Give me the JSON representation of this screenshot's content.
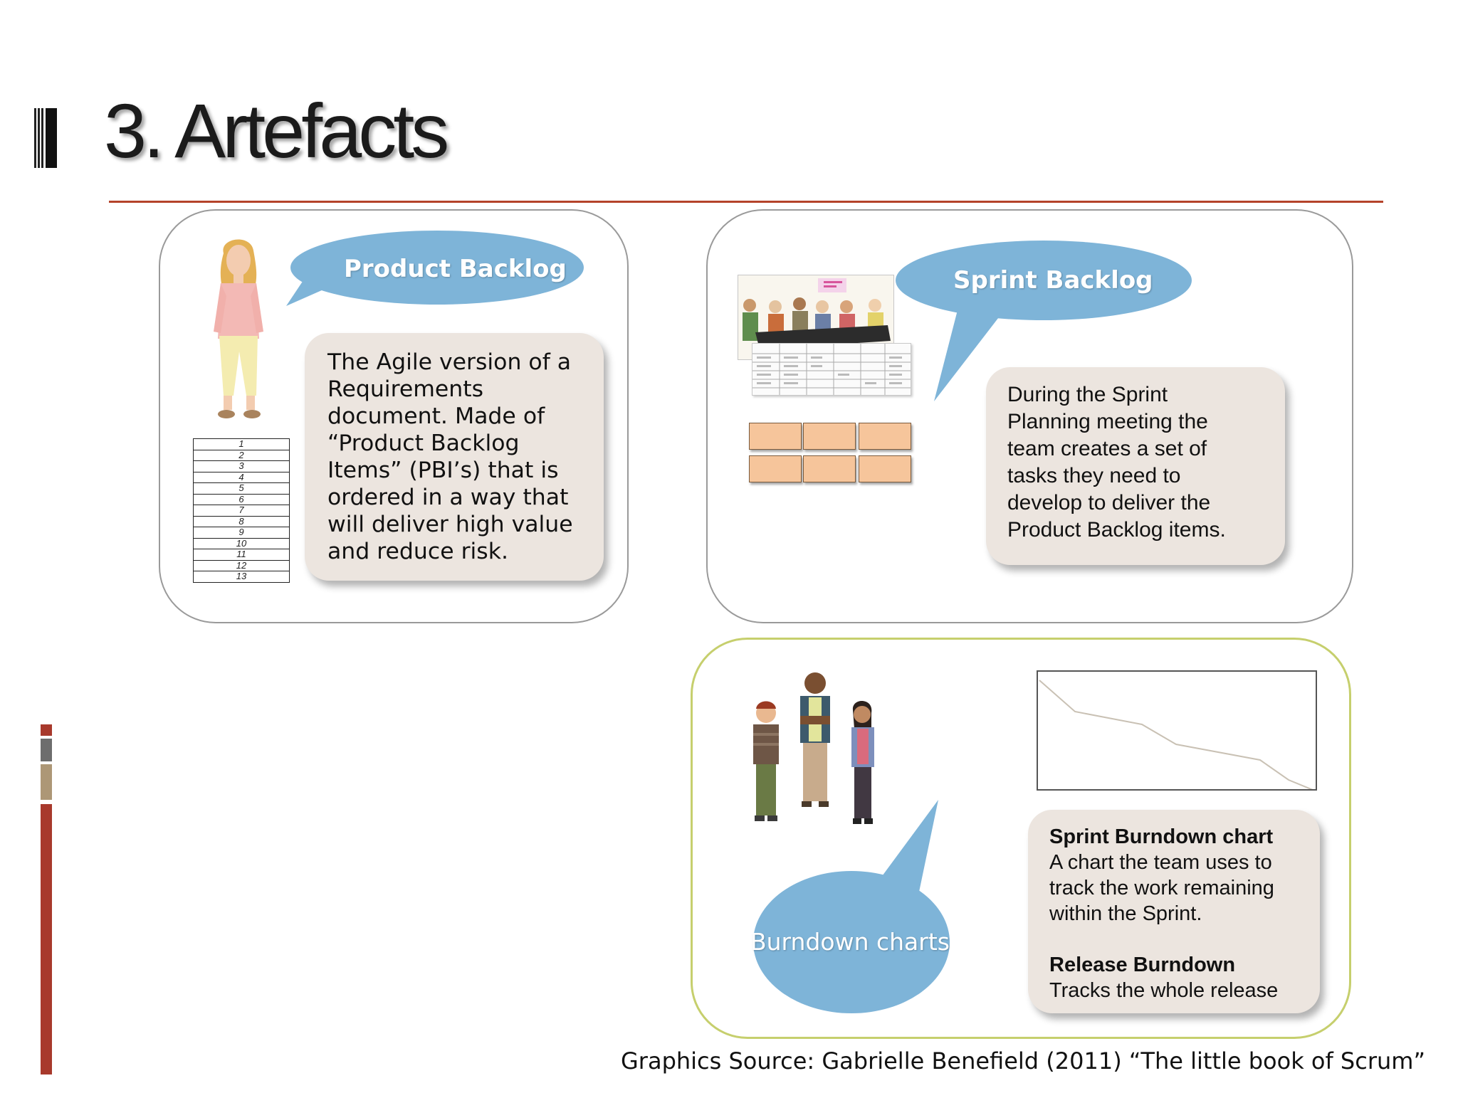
{
  "slide": {
    "title": "3. Artefacts",
    "source": "Graphics Source: Gabrielle Benefield (2011) “The little book of Scrum”"
  },
  "product_backlog": {
    "bubble": "Product Backlog",
    "note_lines": [
      "The Agile version of a",
      "Requirements",
      "document.  Made of",
      "“Product Backlog",
      "Items” (PBI’s) that is",
      "ordered in a way that",
      "will deliver high value",
      "and reduce risk."
    ],
    "list_items": [
      "1",
      "2",
      "3",
      "4",
      "5",
      "6",
      "7",
      "8",
      "9",
      "10",
      "11",
      "12",
      "13"
    ]
  },
  "sprint_backlog": {
    "bubble": "Sprint Backlog",
    "note_lines": [
      "During the Sprint",
      "Planning meeting the",
      "team creates a set of",
      "tasks they need to",
      "develop to deliver the",
      "Product Backlog items."
    ]
  },
  "burndown": {
    "bubble": "Burndown charts",
    "sprint_heading": "Sprint Burndown chart",
    "sprint_lines": [
      "A chart the team uses to",
      "track the work remaining",
      "within the Sprint."
    ],
    "release_heading": "Release Burndown",
    "release_line": "Tracks the whole release"
  },
  "colors": {
    "accent_rule": "#b5432a",
    "bubble": "#7eb4d8",
    "note": "#ece5df",
    "burndown_border": "#c6cf6d"
  }
}
